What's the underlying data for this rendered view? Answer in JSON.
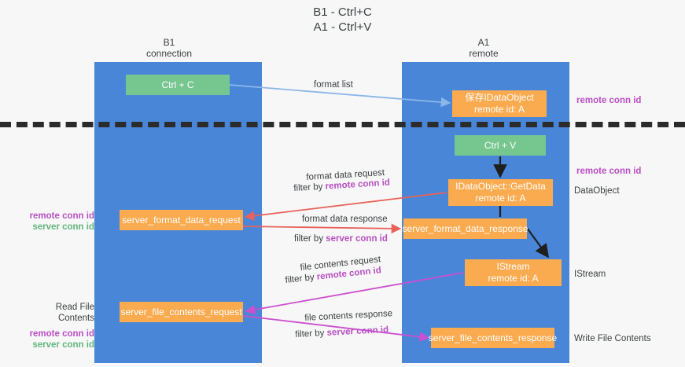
{
  "title": {
    "line1": "B1 - Ctrl+C",
    "line2": "A1 - Ctrl+V"
  },
  "columns": [
    {
      "name": "B1",
      "role": "connection"
    },
    {
      "name": "A1",
      "role": "remote"
    }
  ],
  "nodes": {
    "ctrl_c": {
      "line1": "Ctrl + C",
      "line2": "",
      "color": "#76c68f"
    },
    "save_idataobject": {
      "line1": "保存IDataObject",
      "line2": "remote id: A",
      "color": "#faaa4f"
    },
    "ctrl_v": {
      "line1": "Ctrl + V",
      "line2": "",
      "color": "#76c68f"
    },
    "getdata": {
      "line1": "IDataObject::GetData",
      "line2": "remote id: A",
      "color": "#faaa4f"
    },
    "server_format_data_request": {
      "line1": "server_format_data_request",
      "line2": "",
      "color": "#faaa4f"
    },
    "server_format_data_response": {
      "line1": "server_format_data_response",
      "line2": "",
      "color": "#faaa4f"
    },
    "istream": {
      "line1": "IStream",
      "line2": "remote id: A",
      "color": "#faaa4f"
    },
    "server_file_contents_request": {
      "line1": "server_file_contents_request",
      "line2": "",
      "color": "#faaa4f"
    },
    "server_file_contents_response": {
      "line1": "server_file_contents_response",
      "line2": "",
      "color": "#faaa4f"
    }
  },
  "edge_labels": {
    "format_list": "format list",
    "format_data_request": "format data request",
    "format_data_request_filter_prefix": "filter by ",
    "format_data_request_filter_key": "remote conn id",
    "format_data_response": "format data response",
    "format_data_response_filter_prefix": "filter by ",
    "format_data_response_filter_key": "server conn id",
    "file_contents_request": "file contents request",
    "file_contents_request_filter_prefix": "filter by ",
    "file_contents_request_filter_key": "remote conn id",
    "file_contents_response": "file contents response",
    "file_contents_response_filter_prefix": "filter by ",
    "file_contents_response_filter_key": "server conn id"
  },
  "annotations": {
    "right_remote_conn_id_top": "remote conn id",
    "right_remote_conn_id_mid": "remote conn id",
    "right_dataobject": "DataObject",
    "right_istream": "IStream",
    "right_write_file_contents": "Write File Contents",
    "left_remote_conn_id_mid": "remote conn id",
    "left_server_conn_id_mid": "server conn id",
    "left_read_file_contents": "Read File Contents",
    "left_remote_conn_id_low": "remote conn id",
    "left_server_conn_id_low": "server conn id"
  },
  "colors": {
    "lane": "#4a86d8",
    "green_node": "#76c68f",
    "orange_node": "#faaa4f",
    "purple_text": "#b94ec4",
    "green_text": "#62b67c",
    "arrow_blue": "#8bb7e8",
    "arrow_red": "#e8615a",
    "arrow_magenta": "#cc4fcf",
    "arrow_black": "#1f1f1f",
    "separator": "#2b2b2b",
    "background": "#f7f7f7"
  }
}
